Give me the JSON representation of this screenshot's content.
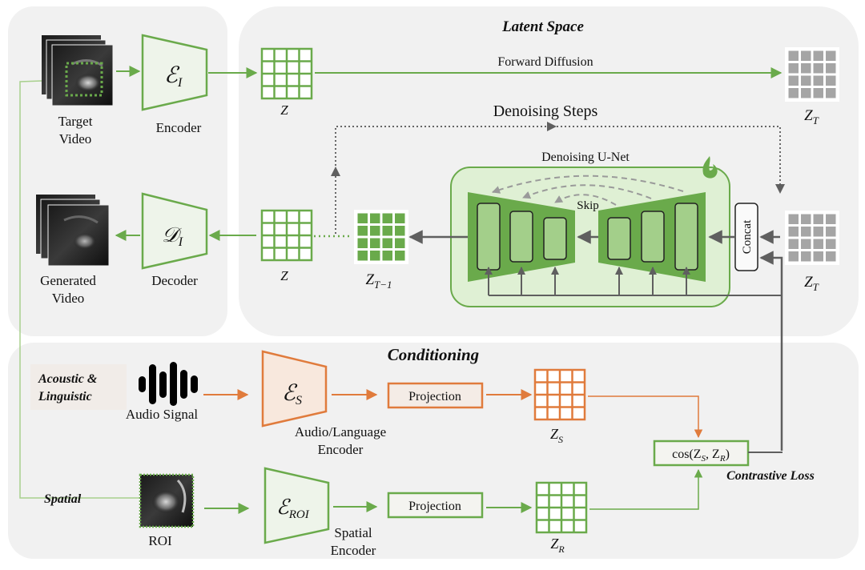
{
  "panels": {
    "latent_space_title": "Latent Space",
    "conditioning_title": "Conditioning"
  },
  "image_branch": {
    "target_video_label": [
      "Target",
      "Video"
    ],
    "generated_video_label": [
      "Generated",
      "Video"
    ],
    "encoder_symbol": "ℰ",
    "encoder_subscript": "I",
    "encoder_label": "Encoder",
    "decoder_symbol": "𝒟",
    "decoder_subscript": "I",
    "decoder_label": "Decoder"
  },
  "latent": {
    "z_label": "Z",
    "z_dec_label": "Z",
    "zt_label": "Z",
    "zt_sub": "T",
    "zt2_label": "Z",
    "zt2_sub": "T",
    "zt1_label": "Z",
    "zt1_sub": "T−1",
    "forward_diffusion_label": "Forward Diffusion",
    "denoising_steps_label": "Denoising Steps",
    "unet_label": "Denoising U-Net",
    "skip_label": "Skip",
    "concat_label": "Concat",
    "trainable_icon": "flame-icon"
  },
  "conditioning": {
    "acoustic_label": [
      "Acoustic &",
      "Linguistic"
    ],
    "audio_signal_label": "Audio Signal",
    "audio_icon": "audio-waveform-icon",
    "audio_encoder_symbol": "ℰ",
    "audio_encoder_subscript": "S",
    "audio_encoder_label": [
      "Audio/Language",
      "Encoder"
    ],
    "projection_label_1": "Projection",
    "projection_label_2": "Projection",
    "zs_label": "Z",
    "zs_sub": "S",
    "zr_label": "Z",
    "zr_sub": "R",
    "spatial_label": "Spatial",
    "roi_label": "ROI",
    "spatial_encoder_symbol": "ℰ",
    "spatial_encoder_subscript": "ROI",
    "spatial_encoder_label": [
      "Spatial",
      "Encoder"
    ],
    "cos_label": "cos(Z",
    "cos_sub_s": "S",
    "cos_mid": ", Z",
    "cos_sub_r": "R",
    "cos_end": ")",
    "contrastive_loss_label": "Contrastive Loss"
  },
  "colors": {
    "green": "#6aaa4b",
    "green_fill": "#6aaa4b",
    "green_light": "#dff0d4",
    "orange": "#e07b3c",
    "gray_arrow": "#5f5f5f",
    "gray_cell": "#a5a5a5",
    "panel_bg": "#f1f1f1"
  }
}
